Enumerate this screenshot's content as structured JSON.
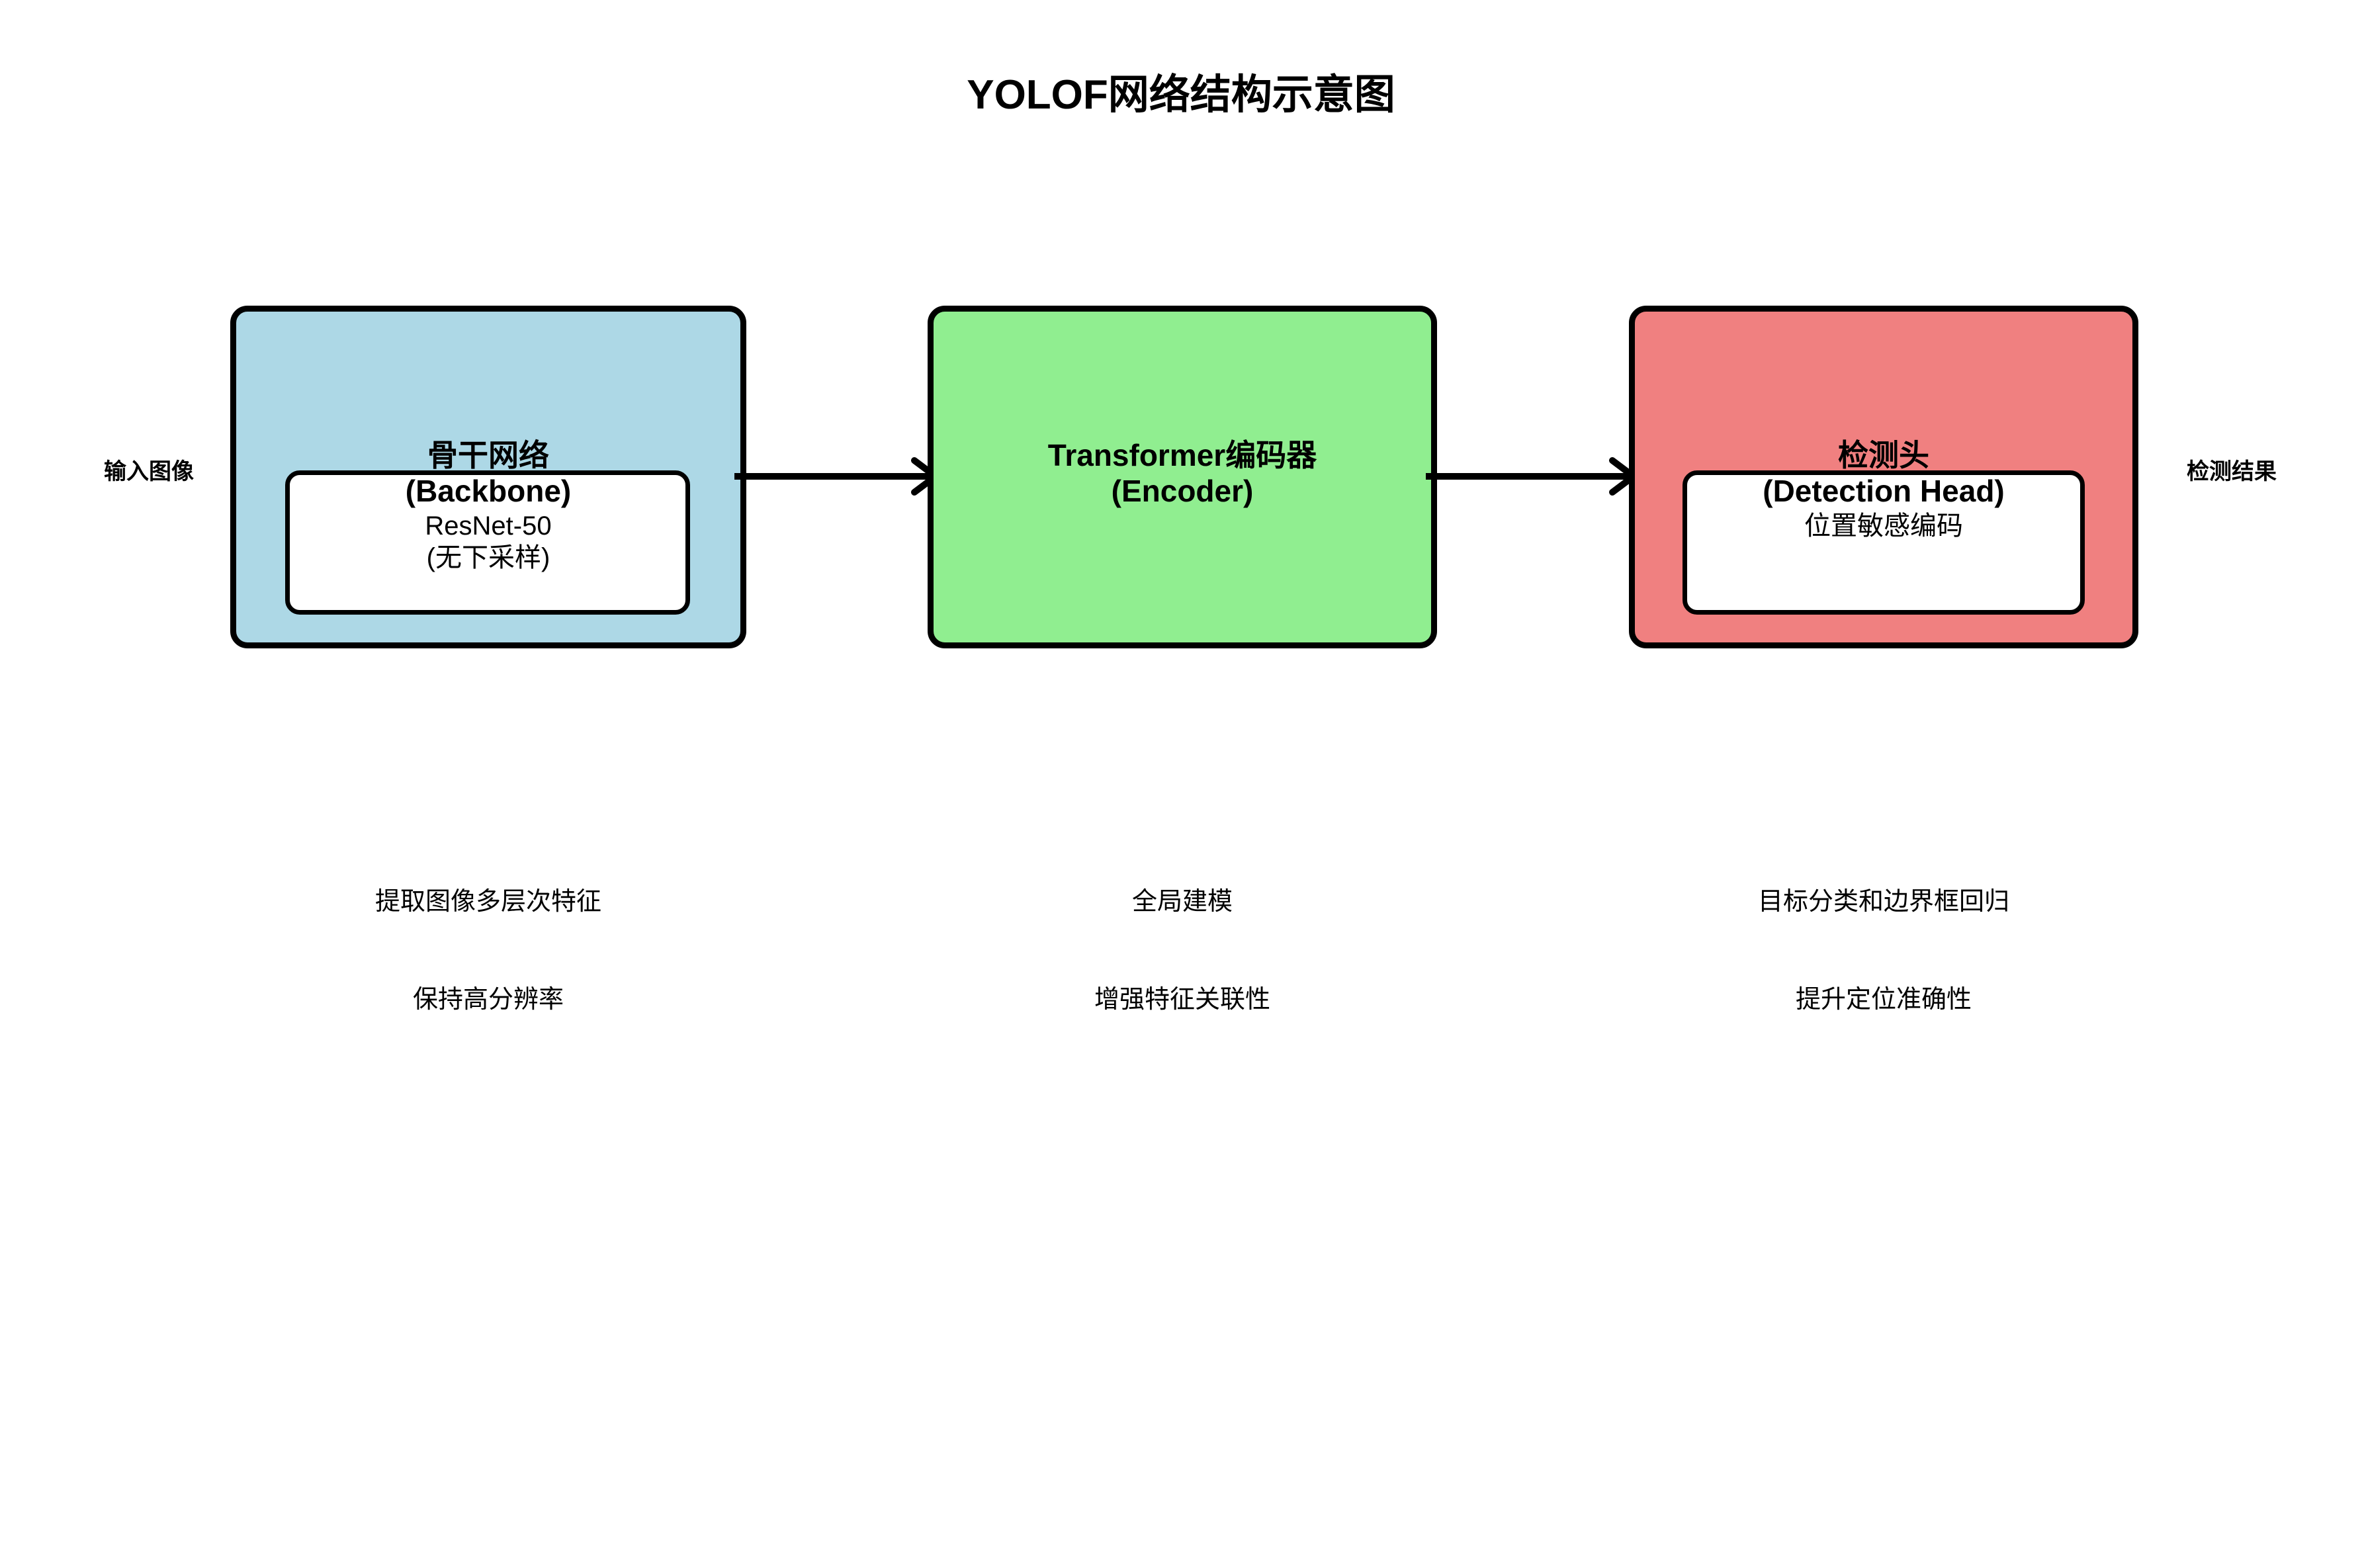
{
  "title": "YOLOF网络结构示意图",
  "colors": {
    "backbone_fill": "#ADD8E6",
    "encoder_fill": "#90EE90",
    "head_fill": "#F08080",
    "inner_fill": "#FFFFFF",
    "stroke": "#000000",
    "background": "#FFFFFF"
  },
  "io": {
    "input_label": "输入图像",
    "output_label": "检测结果"
  },
  "stages": [
    {
      "id": "backbone",
      "title": "骨干网络",
      "subtitle": "(Backbone)",
      "detail_line1": "ResNet-50",
      "detail_line2": "(无下采样)",
      "has_inner_box": true,
      "fill": "#ADD8E6",
      "caption_line1": "提取图像多层次特征",
      "caption_line2": "保持高分辨率"
    },
    {
      "id": "encoder",
      "title": "Transformer编码器",
      "subtitle": "(Encoder)",
      "detail_line1": "",
      "detail_line2": "",
      "has_inner_box": false,
      "fill": "#90EE90",
      "caption_line1": "全局建模",
      "caption_line2": "增强特征关联性"
    },
    {
      "id": "head",
      "title": "检测头",
      "subtitle": "(Detection Head)",
      "detail_line1": "位置敏感编码",
      "detail_line2": "",
      "has_inner_box": true,
      "fill": "#F08080",
      "caption_line1": "目标分类和边界框回归",
      "caption_line2": "提升定位准确性"
    }
  ],
  "arrows": [
    {
      "id": "backbone-to-encoder",
      "from": "backbone",
      "to": "encoder"
    },
    {
      "id": "encoder-to-head",
      "from": "encoder",
      "to": "head"
    }
  ]
}
